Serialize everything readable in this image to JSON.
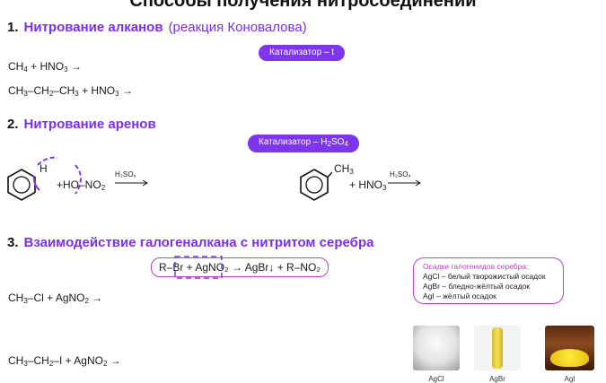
{
  "title": "Способы получения нитросоединений",
  "section1": {
    "number": "1.",
    "name": "Нитрование алканов",
    "note": "(реакция Коновалова)",
    "catalyst": "Катализатор – t",
    "eq1": [
      "CH",
      "4",
      " + HNO",
      "3",
      " →"
    ],
    "eq2": [
      "CH",
      "3",
      "–CH",
      "2",
      "–CH",
      "3",
      " + HNO",
      "3",
      " →"
    ]
  },
  "section2": {
    "number": "2.",
    "name": "Нитрование аренов",
    "catalyst_pre": "Катализатор – H",
    "catalyst_sub1": "2",
    "catalyst_mid": "SO",
    "catalyst_sub2": "4",
    "left_h": "H",
    "left_reagent": "+HO–NO",
    "left_reagent_sub": "2",
    "arrow_label": "H₂SO₄",
    "right_ch": "CH",
    "right_ch_sub": "3",
    "right_reagent": "+ HNO",
    "right_reagent_sub": "3"
  },
  "section3": {
    "number": "3.",
    "name": "Взаимодействие галогеналкана с нитритом серебра",
    "general_eq": "R–Br + AgNO₂ → AgBr↓ + R–NO₂",
    "eq1": [
      "CH",
      "3",
      "–Cl + AgNO",
      "2",
      "  →"
    ],
    "eq2": [
      "CH",
      "3",
      "–CH",
      "2",
      "–I + AgNO",
      "2",
      " →"
    ],
    "note_title": "Осадки галогенидов серебра:",
    "note_lines": [
      "AgCl – белый творожистый осадок",
      "AgBr – бледно-жёлтый осадок",
      "AgI – жёлтый осадок"
    ],
    "photo_captions": [
      "AgCl",
      "AgBr",
      "AgI"
    ]
  },
  "colors": {
    "accent": "#7a2ff0",
    "pill": "#7d35ee",
    "border": "#c83ec8"
  }
}
